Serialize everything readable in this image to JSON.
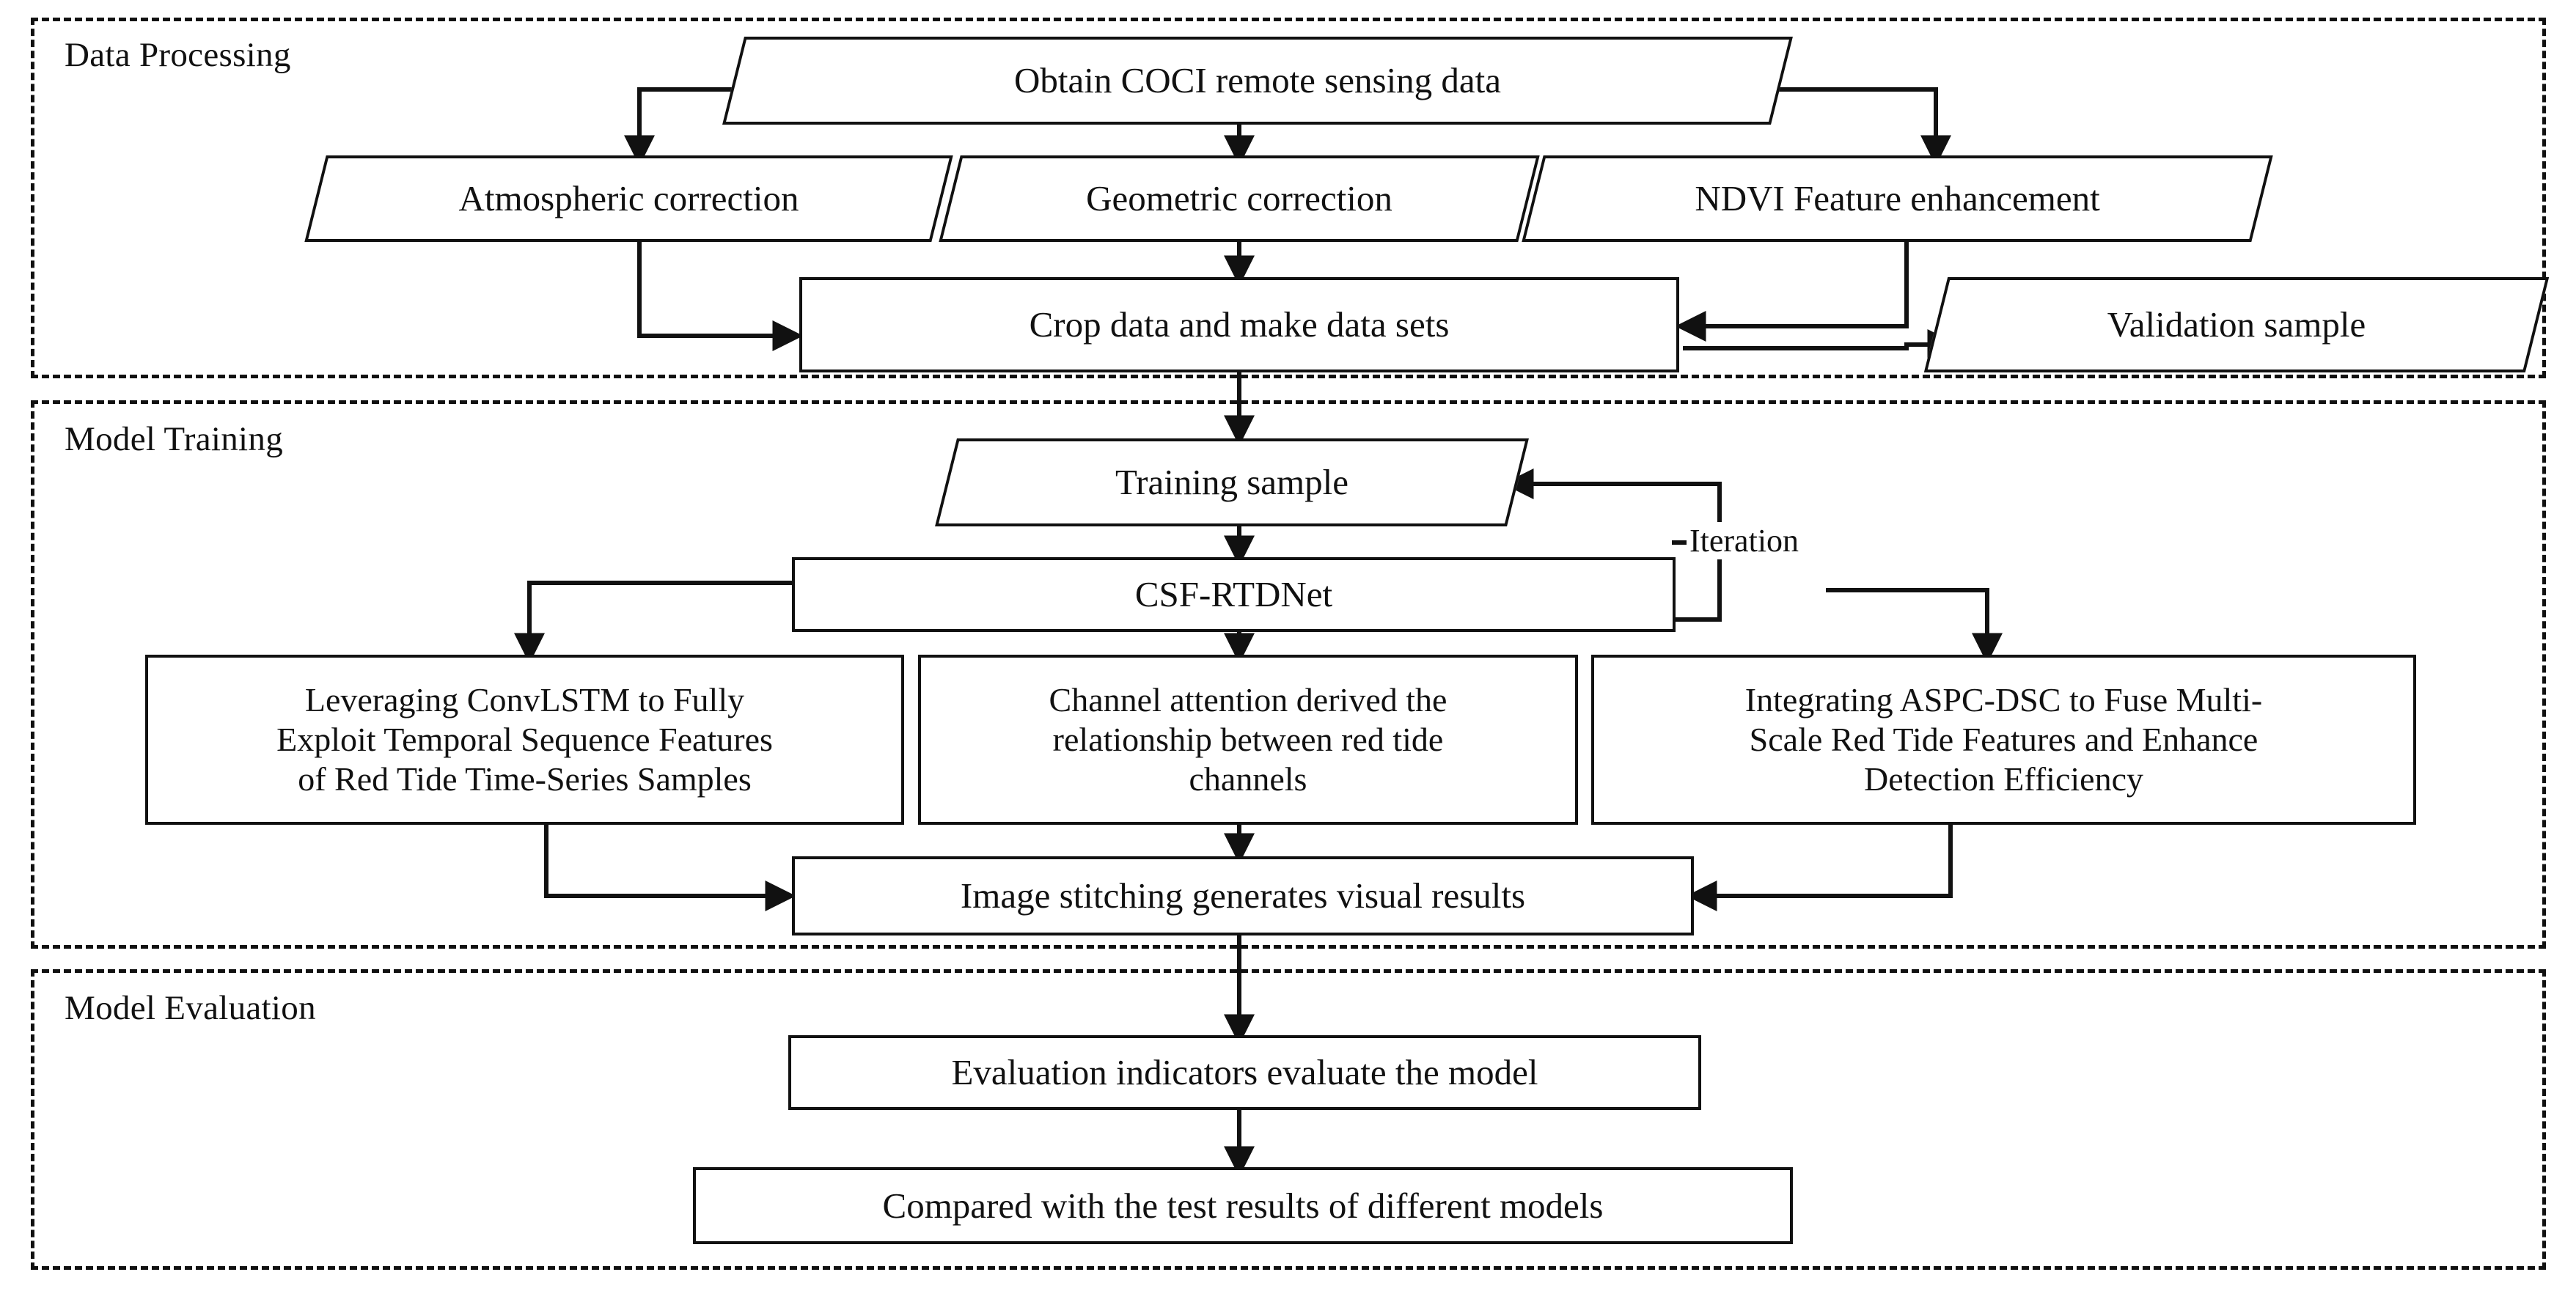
{
  "diagram": {
    "type": "flowchart",
    "orientation": "top-to-bottom",
    "sections": [
      {
        "id": "data-processing",
        "title": "Data Processing"
      },
      {
        "id": "model-training",
        "title": "Model Training"
      },
      {
        "id": "model-evaluation",
        "title": "Model Evaluation"
      }
    ],
    "nodes": {
      "obtain_data": "Obtain COCI remote sensing data",
      "atmospheric_correction": "Atmospheric correction",
      "geometric_correction": "Geometric correction",
      "ndvi_enhancement": "NDVI Feature enhancement",
      "crop_data": "Crop data and make data sets",
      "validation_sample": "Validation sample",
      "training_sample": "Training sample",
      "csf_rtdnet": "CSF-RTDNet",
      "branch_convlstm": "Leveraging ConvLSTM to Fully\nExploit Temporal Sequence Features\nof Red Tide Time-Series Samples",
      "branch_channel_attention": "Channel attention derived the\nrelationship between red tide\nchannels",
      "branch_aspc_dsc": "Integrating ASPC-DSC to Fuse Multi-\nScale Red Tide Features and Enhance\nDetection Efficiency",
      "image_stitching": "Image stitching generates visual results",
      "evaluation_indicators": "Evaluation indicators evaluate the model",
      "compared_models": "Compared with the test results of different models"
    },
    "edge_labels": {
      "iteration": "Iteration"
    },
    "colors": {
      "stroke": "#111111",
      "fill": "#ffffff",
      "section_border": "#111111"
    }
  }
}
